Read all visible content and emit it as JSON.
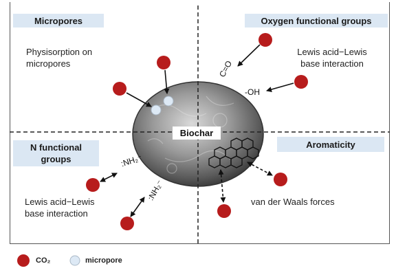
{
  "quadrants": {
    "top_left": {
      "label": "Micropores",
      "description": "Physisorption on micropores"
    },
    "top_right": {
      "label": "Oxygen functional groups",
      "description": "Lewis acid−Lewis base interaction"
    },
    "bottom_left": {
      "label": "N functional groups",
      "description": "Lewis acid−Lewis base interaction"
    },
    "bottom_right": {
      "label": "Aromaticity",
      "description": "van der Waals forces"
    }
  },
  "center": {
    "label": "Biochar"
  },
  "functional_groups": {
    "carbonyl": "C=O",
    "hydroxyl": "-OH",
    "amine_upper": ":NH₂⁻",
    "amine_lower": ":NH₂⁻"
  },
  "legend": {
    "co2_label": "CO₂",
    "micropore_label": "micropore"
  },
  "colors": {
    "co2": "#b71c1c",
    "micropore": "#dde9f5",
    "label_bg": "#dbe7f3"
  }
}
